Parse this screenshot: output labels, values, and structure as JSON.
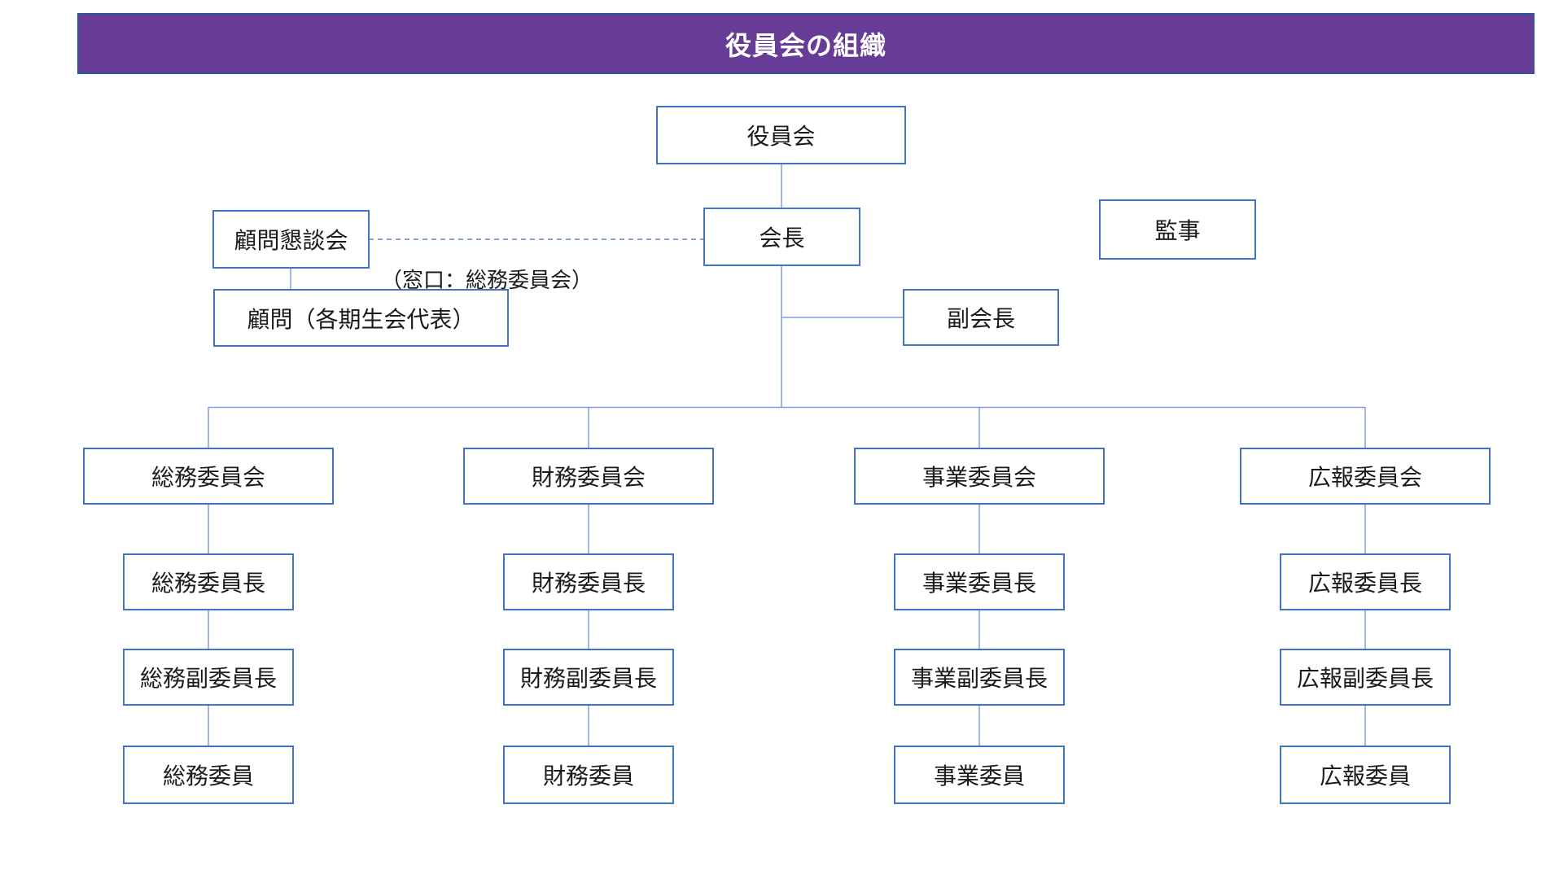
{
  "header": {
    "title": "役員会の組織"
  },
  "nodes": {
    "board": {
      "label": "役員会"
    },
    "chairman": {
      "label": "会長"
    },
    "auditor": {
      "label": "監事"
    },
    "advisor_council": {
      "label": "顧問懇談会"
    },
    "advisors": {
      "label": "顧問（各期生会代表）"
    },
    "vice_chairman": {
      "label": "副会長"
    },
    "contact_note": {
      "label": "（窓口：総務委員会）"
    }
  },
  "committees": [
    {
      "label": "総務委員会",
      "chair": "総務委員長",
      "vice_chair": "総務副委員長",
      "member": "総務委員"
    },
    {
      "label": "財務委員会",
      "chair": "財務委員長",
      "vice_chair": "財務副委員長",
      "member": "財務委員"
    },
    {
      "label": "事業委員会",
      "chair": "事業委員長",
      "vice_chair": "事業副委員長",
      "member": "事業委員"
    },
    {
      "label": "広報委員会",
      "chair": "広報委員長",
      "vice_chair": "広報副委員長",
      "member": "広報委員"
    }
  ],
  "colors": {
    "box_border": "#4472C4",
    "connector": "#7DA1DC",
    "dashed_connector": "#5B87C5",
    "text": "#1A1A1A",
    "header_bg": "#663C97",
    "header_border": "#2F5496"
  }
}
